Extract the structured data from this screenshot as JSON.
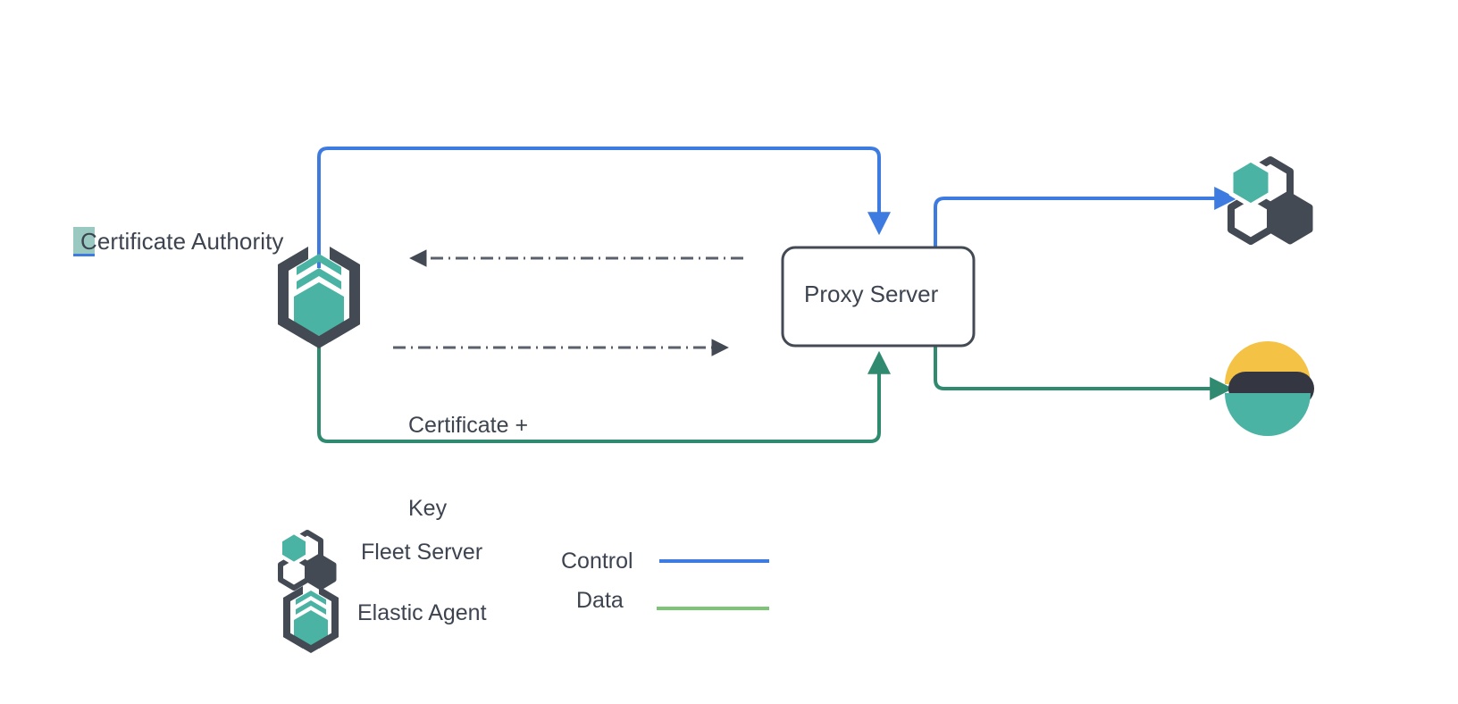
{
  "diagram": {
    "title_highlighted": true,
    "nodes": {
      "certificate_authority": {
        "label": "Certificate Authority",
        "icon": "elastic-agent-icon"
      },
      "proxy_server": {
        "label": "Proxy Server",
        "shape": "rounded-rect"
      },
      "fleet_server": {
        "label": "",
        "icon": "fleet-server-icon"
      },
      "elasticsearch": {
        "label": "",
        "icon": "elasticsearch-icon"
      }
    },
    "edges": {
      "cert_key_label_line1": "Certificate +",
      "cert_key_label_line2": "Key"
    }
  },
  "legend": {
    "items": [
      {
        "label": "Fleet Server",
        "icon": "fleet-server-icon"
      },
      {
        "label": "Elastic Agent",
        "icon": "elastic-agent-icon"
      }
    ],
    "lines": [
      {
        "label": "Control",
        "color": "#3d7be0"
      },
      {
        "label": "Data",
        "color": "#7cc576"
      }
    ]
  },
  "colors": {
    "control_blue": "#3d7be0",
    "data_green": "#2f8a6f",
    "legend_data_green": "#7cc576",
    "dark_slate": "#434a54",
    "teal": "#4bb3a4",
    "elastic_yellow": "#f4c244",
    "elastic_dark": "#343741",
    "elastic_teal": "#4bb3a4",
    "highlight": "#9ac9c1",
    "text": "#3d4450"
  }
}
